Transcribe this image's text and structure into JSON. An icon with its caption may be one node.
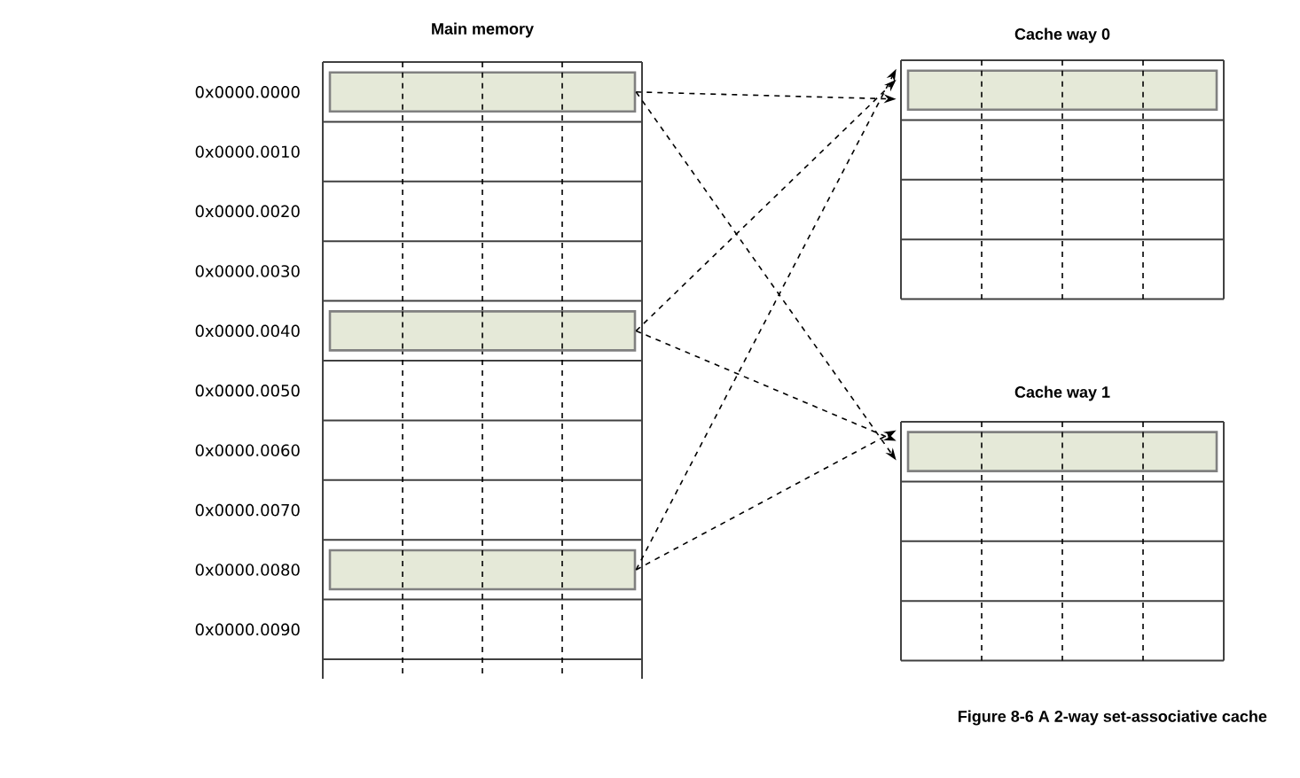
{
  "diagram": {
    "caption": "Figure 8-6 A 2-way set-associative cache",
    "nodes": [
      {
        "text": [
          "Main memory"
        ]
      },
      {
        "text": [
          "Cache way 0"
        ]
      },
      {
        "text": [
          "Cache way 1"
        ]
      },
      {
        "text": [],
        "shape": "box",
        "in": 0
      },
      {
        "text": [],
        "shape": "box",
        "in": 0
      },
      {
        "text": [],
        "shape": "box",
        "in": 0
      },
      {
        "text": [],
        "shape": "box",
        "in": 1
      },
      {
        "text": [],
        "shape": "box",
        "in": 2
      }
    ],
    "edges": [
      {
        "from": 3,
        "to": 6,
        "arrow": "to",
        "style": "dashed"
      },
      {
        "from": 3,
        "to": 7,
        "arrow": "to",
        "style": "dashed"
      },
      {
        "from": 4,
        "to": 6,
        "arrow": "to",
        "style": "dashed"
      },
      {
        "from": 4,
        "to": 7,
        "arrow": "to",
        "style": "dashed"
      },
      {
        "from": 5,
        "to": 6,
        "arrow": "to",
        "style": "dashed"
      },
      {
        "from": 5,
        "to": 7,
        "arrow": "to",
        "style": "dashed"
      }
    ],
    "labels": [
      "0x0000.0000",
      "0x0000.0010",
      "0x0000.0020",
      "0x0000.0030",
      "0x0000.0040",
      "0x0000.0050",
      "0x0000.0060",
      "0x0000.0070",
      "0x0000.0080",
      "0x0000.0090"
    ]
  }
}
